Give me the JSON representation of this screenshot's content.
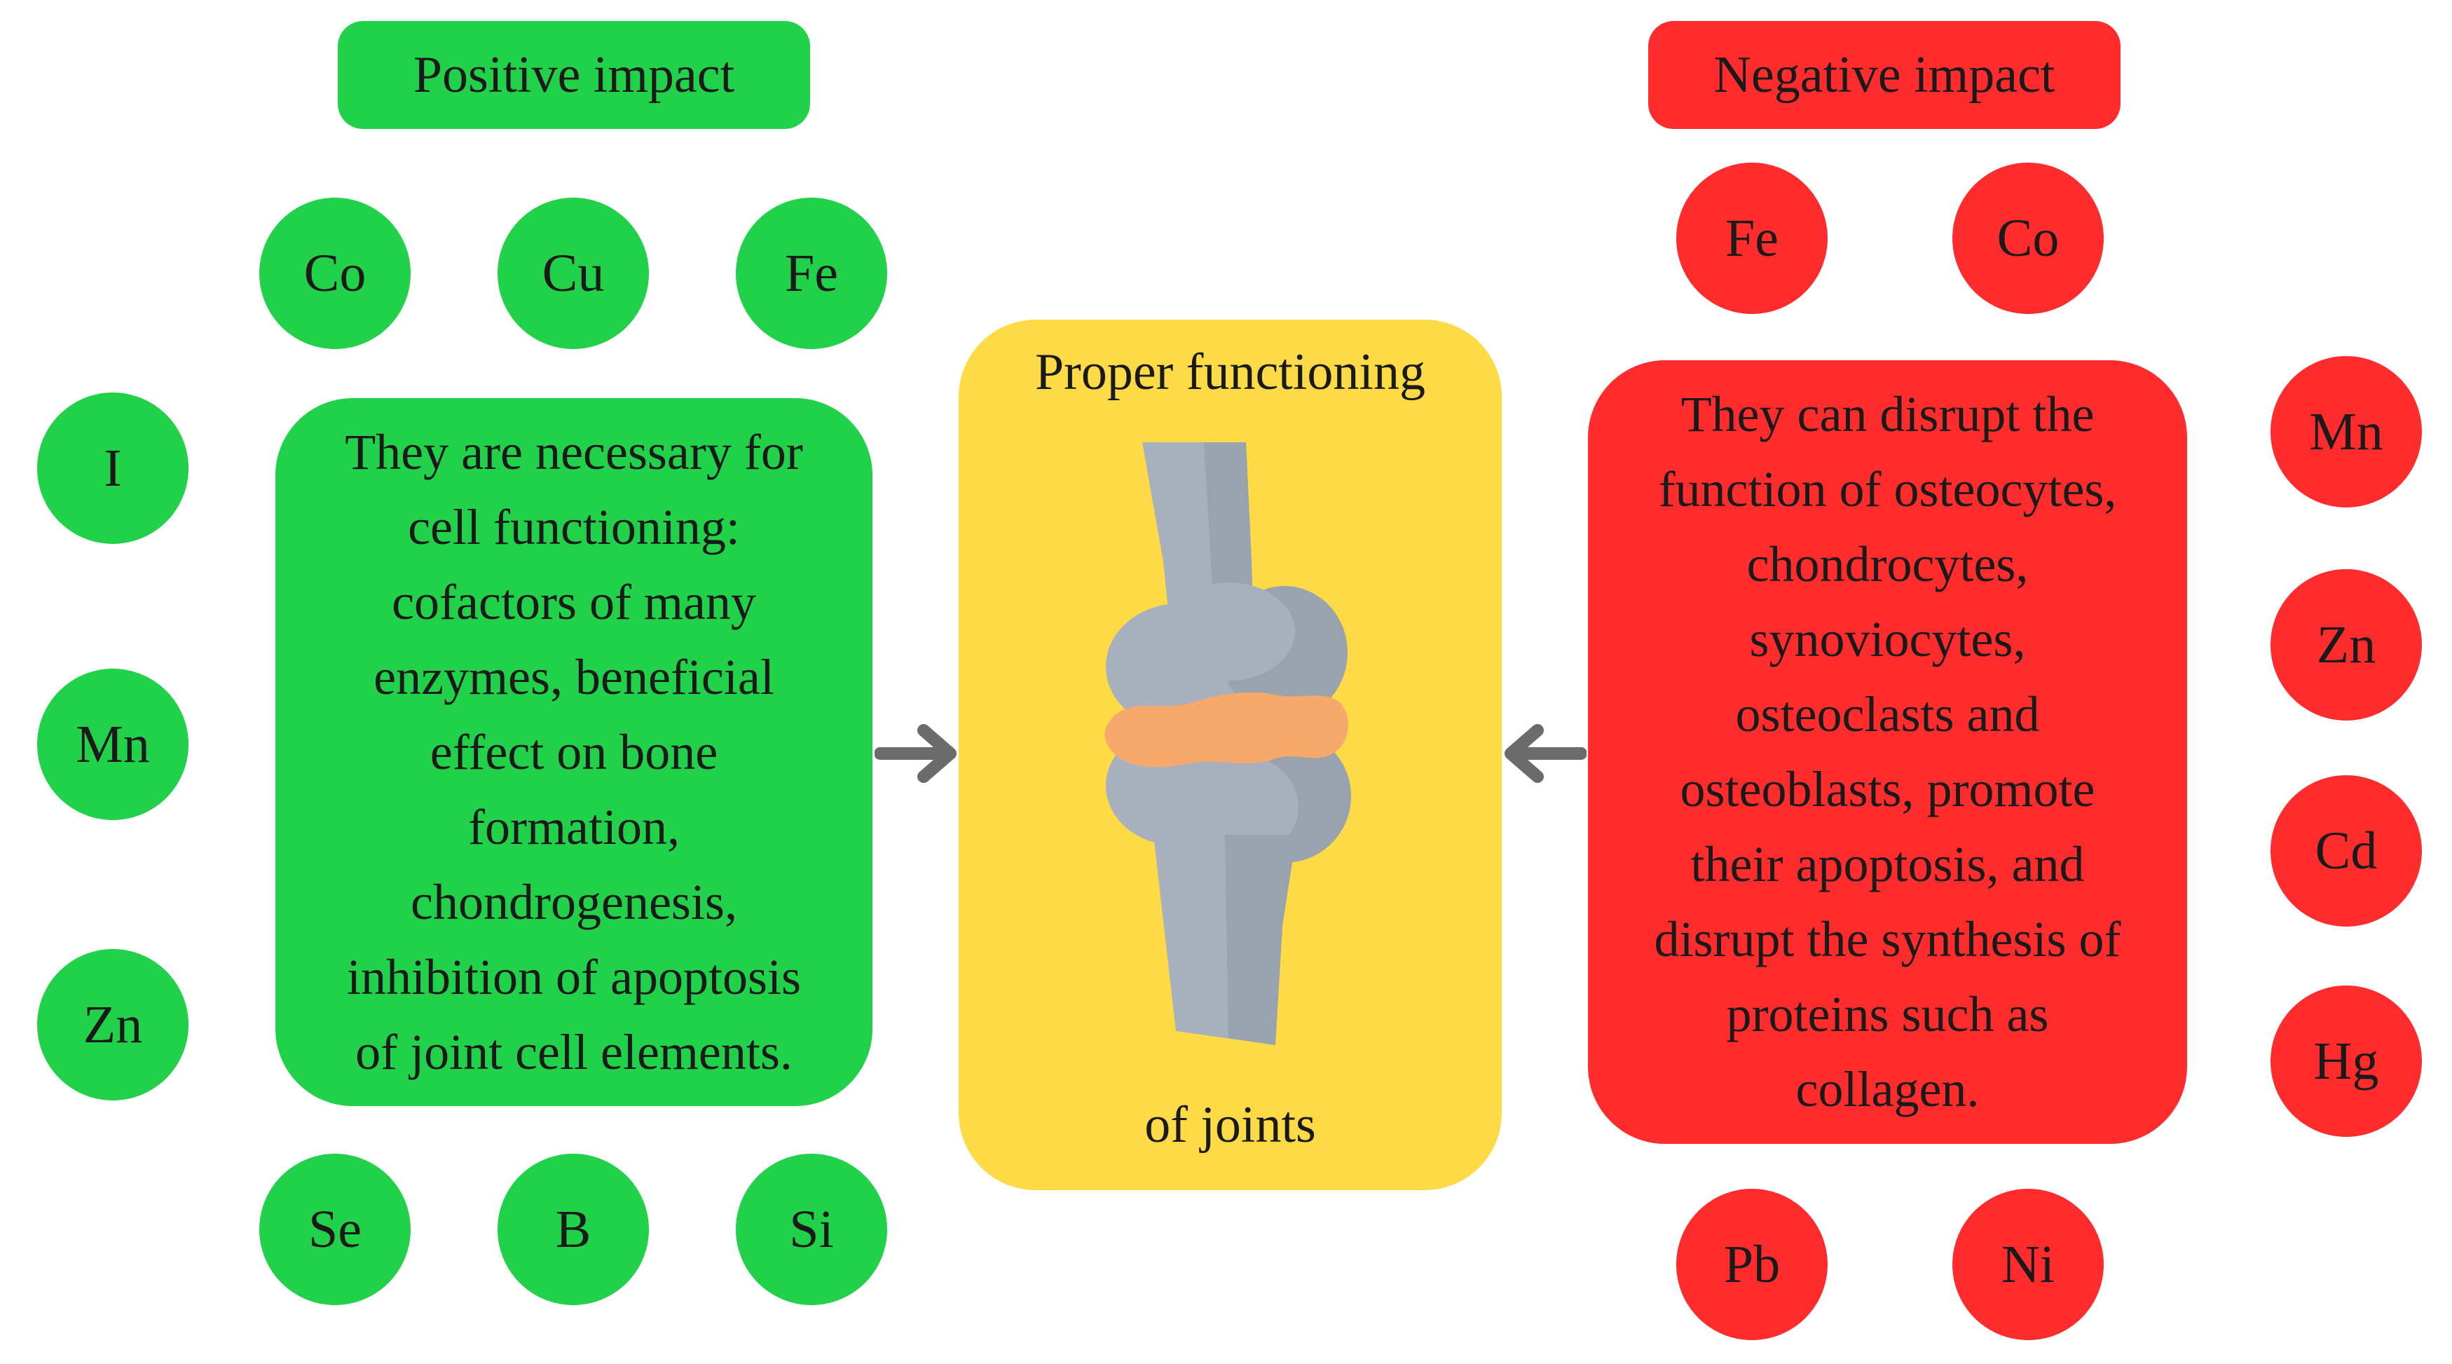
{
  "positive": {
    "title": "Positive impact",
    "elements_top": [
      "Co",
      "Cu",
      "Fe"
    ],
    "elements_left": [
      "I",
      "Mn",
      "Zn"
    ],
    "elements_bottom": [
      "Se",
      "B",
      "Si"
    ],
    "description": "They are necessary for\ncell functioning:\ncofactors of many\nenzymes, beneficial\neffect on bone\nformation,\nchondrogenesis,\ninhibition of apoptosis\nof joint cell elements."
  },
  "center": {
    "top_label": "Proper functioning",
    "bottom_label": "of joints",
    "illustration": "knee-joint-illustration"
  },
  "negative": {
    "title": "Negative impact",
    "elements_top": [
      "Fe",
      "Co"
    ],
    "elements_right": [
      "Mn",
      "Zn",
      "Cd",
      "Hg"
    ],
    "elements_bottom": [
      "Pb",
      "Ni"
    ],
    "description": "They can disrupt the\nfunction of osteocytes,\nchondrocytes,\nsynoviocytes,\nosteoclasts and\nosteoblasts, promote\ntheir apoptosis, and\ndisrupt the synthesis of\nproteins such as\ncollagen."
  },
  "colors": {
    "positive": "#22d14a",
    "negative": "#fe2c2c",
    "center": "#fdda46",
    "arrow": "#6b6b6b",
    "bone": "#a7b0bc",
    "cartilage": "#f6a96b"
  }
}
